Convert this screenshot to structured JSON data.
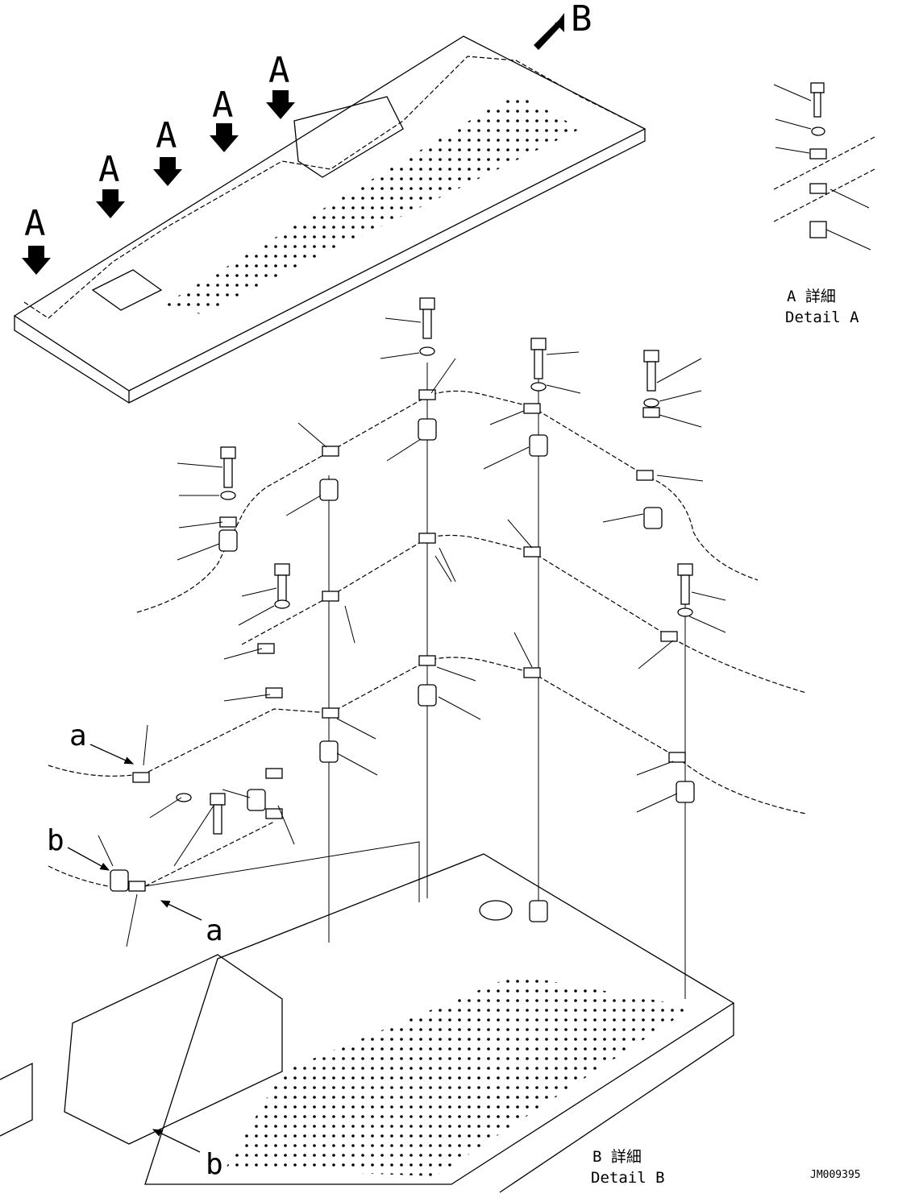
{
  "title": "",
  "callouts": {
    "view_a": [
      "A",
      "A",
      "A",
      "A",
      "A"
    ],
    "view_b": "B",
    "small_a": [
      "a",
      "a"
    ],
    "small_b": [
      "b",
      "b"
    ]
  },
  "detail_a": {
    "label_jp": "A 詳細",
    "label_en": "Detail A"
  },
  "detail_b": {
    "label_jp": "B 詳細",
    "label_en": "Detail B"
  },
  "drawing_number": "JM009395"
}
